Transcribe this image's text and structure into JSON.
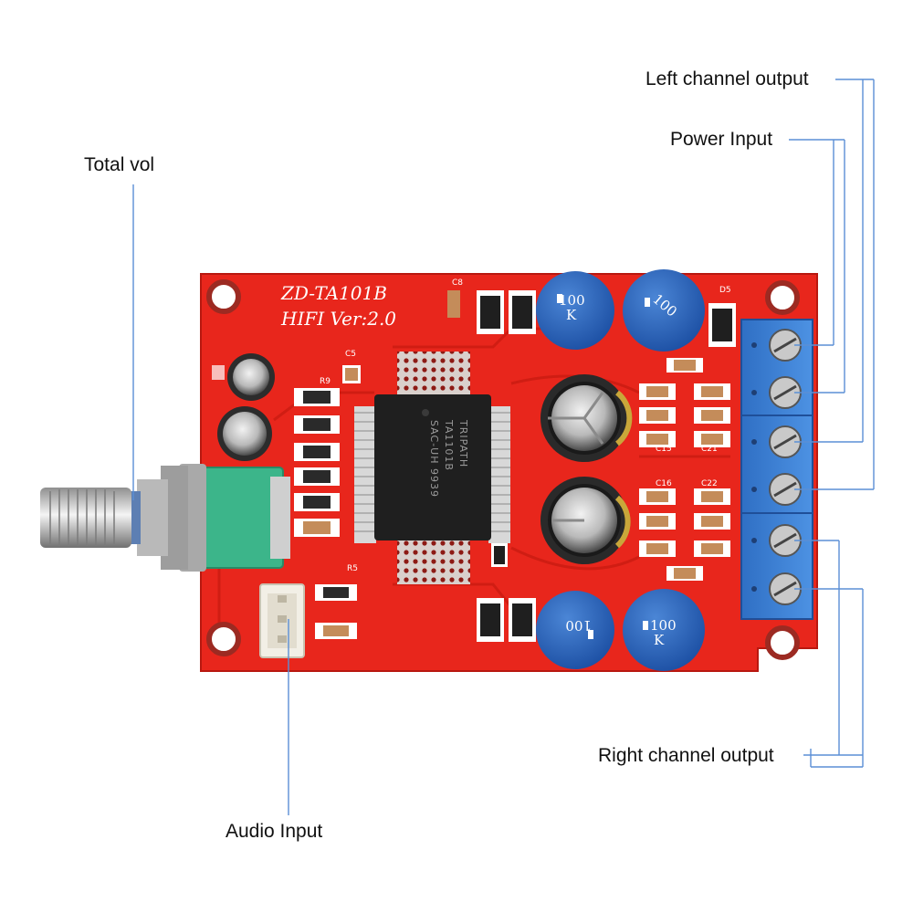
{
  "callouts": {
    "total_vol": "Total vol",
    "audio_input": "Audio Input",
    "left_channel_output": "Left channel output",
    "power_input": "Power Input",
    "right_channel_output": "Right channel output"
  },
  "board": {
    "model": "ZD-TA101B",
    "version": "HIFI Ver:2.0",
    "chip_brand": "TRIPATH",
    "chip_model": "TA1101B",
    "chip_code": "SAC-UH 9939",
    "inductor_label": "100",
    "inductor_unit": "K"
  },
  "colors": {
    "pcb": "#e8261c",
    "terminal_block": "#3a7fd4",
    "potentiometer": "#3cb58a",
    "callout_line": "#5b8fd6"
  }
}
